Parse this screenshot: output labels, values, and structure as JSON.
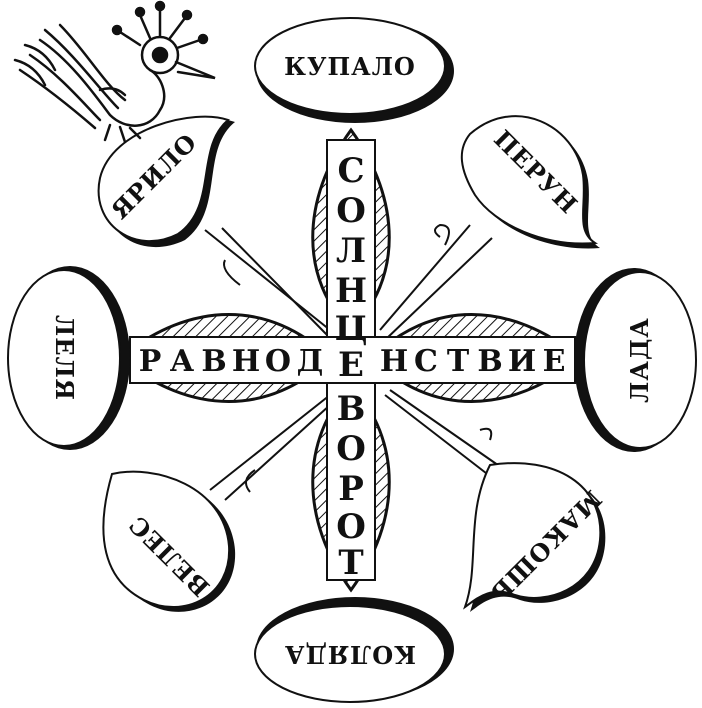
{
  "diagram": {
    "vertical_word_letters": [
      "С",
      "О",
      "Л",
      "Н",
      "Ц",
      "Е",
      "В",
      "О",
      "Р",
      "О",
      "Т"
    ],
    "horizontal_word_left": [
      "Р",
      "А",
      "В",
      "Н",
      "О",
      "Д"
    ],
    "horizontal_word_right": [
      "Н",
      "С",
      "Т",
      "В",
      "И",
      "Е"
    ],
    "nodes": {
      "top": "КУПАЛО",
      "top_right": "ПЕРУН",
      "right": "ЛАДА",
      "bottom_right": "МАКОШЬ",
      "bottom": "КОЛЯДА",
      "bottom_left": "ВЕЛЕС",
      "left": "ЛЕЛЯ",
      "top_left": "ЯРИЛО"
    }
  },
  "colors": {
    "ink": "#111111",
    "paper": "#ffffff"
  },
  "icons": {
    "bird": "firebird-icon"
  }
}
